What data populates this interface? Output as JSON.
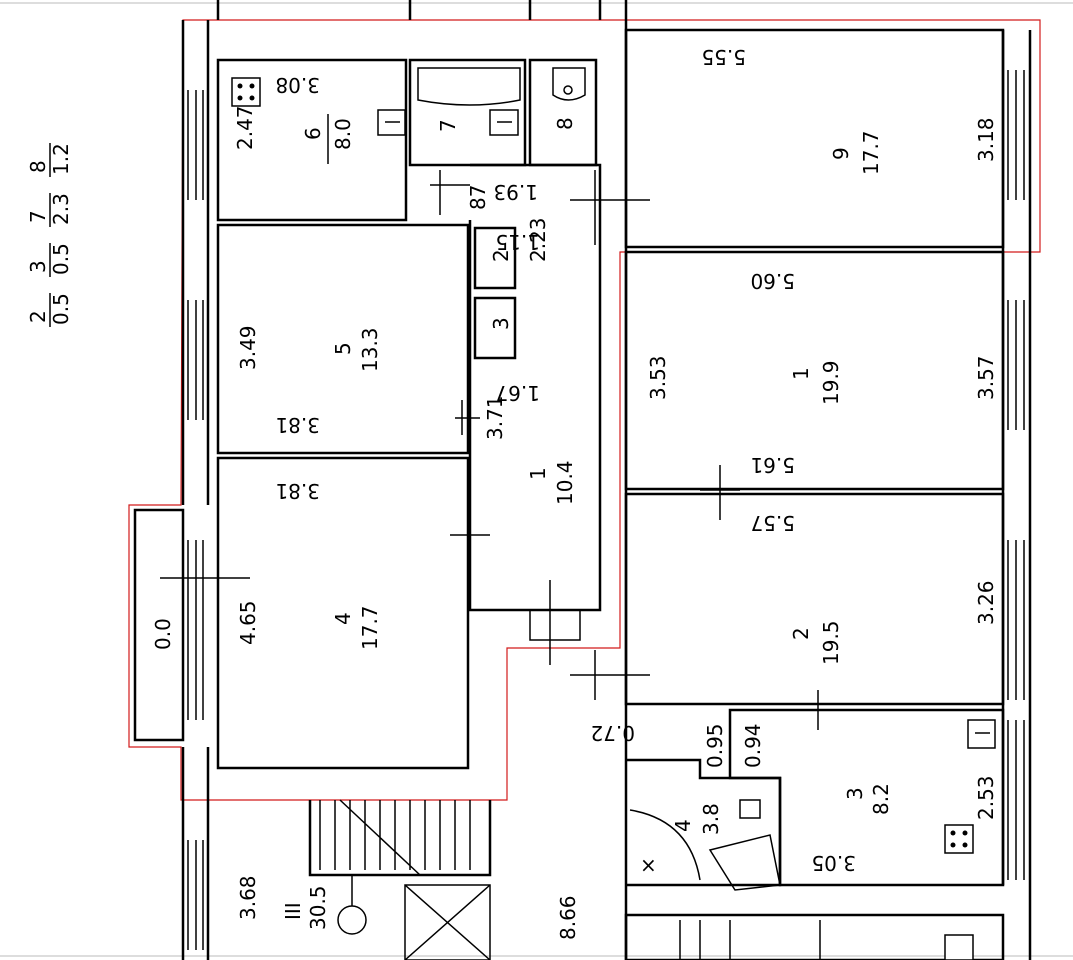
{
  "legend": [
    {
      "num": "2",
      "val": "0.5"
    },
    {
      "num": "3",
      "val": "0.5"
    },
    {
      "num": "7",
      "val": "2.3"
    },
    {
      "num": "8",
      "val": "1.2"
    }
  ],
  "rooms": {
    "r6": {
      "num": "6",
      "area": "8.0",
      "w": "3.08",
      "h": "2.47"
    },
    "r7": {
      "num": "7"
    },
    "r8": {
      "num": "8"
    },
    "r9": {
      "num": "9",
      "area": "17.7",
      "w": "5.55",
      "h": "3.18"
    },
    "r5": {
      "num": "5",
      "area": "13.3",
      "w": "3.81",
      "h": "3.49"
    },
    "r2s": {
      "num": "2",
      "dim": "2.23"
    },
    "r3s": {
      "num": "3"
    },
    "hall": {
      "num": "1",
      "area": "10.4",
      "w": "1.67",
      "h": "3.71",
      "top_w": "1.15",
      "top_h": "1.93",
      "door": "87"
    },
    "r1": {
      "num": "1",
      "area": "19.9",
      "w_top": "5.60",
      "w_bottom": "5.61",
      "h_left": "3.53",
      "h_right": "3.57"
    },
    "r4": {
      "num": "4",
      "area": "17.7",
      "w": "3.81",
      "h": "4.65"
    },
    "balcony": {
      "area": "0.0"
    },
    "r2": {
      "num": "2",
      "area": "19.5",
      "w": "5.57",
      "h": "3.26"
    },
    "r4b": {
      "num": "4",
      "area": "3.8",
      "w": "0.72",
      "h": "0.95",
      "x": "×"
    },
    "r3": {
      "num": "3",
      "area": "8.2",
      "w": "3.05",
      "h": "2.53",
      "h2": "0.94"
    },
    "stair": {
      "num": "III",
      "area": "30.5",
      "h": "3.68"
    },
    "corridor": {
      "h": "8.66"
    }
  }
}
